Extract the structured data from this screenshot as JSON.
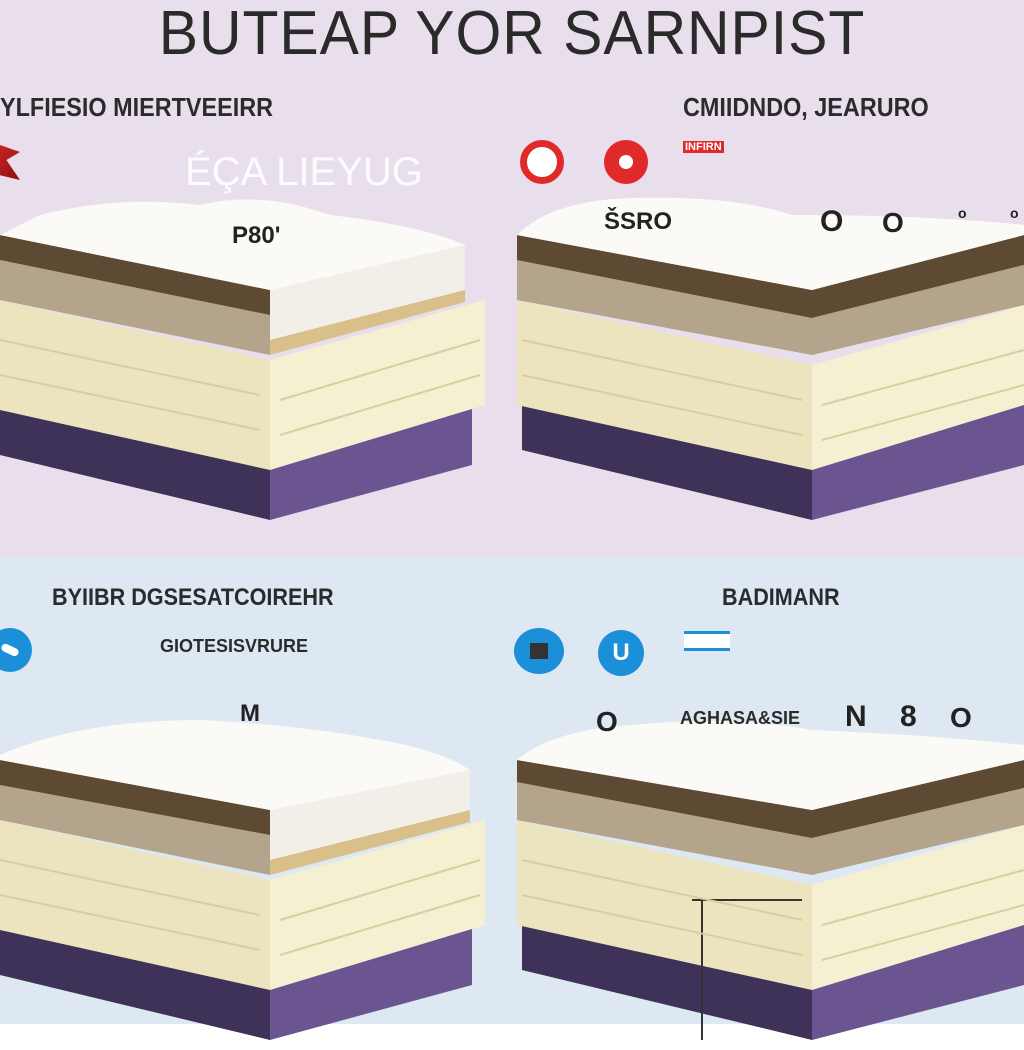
{
  "title": "BUTEAP YOR SARNPIST",
  "panels": [
    {
      "heading": "YLFIESIO MIERTVEEIRR",
      "ghost_text": "ÉÇA LIEYUG",
      "label": "P80'"
    },
    {
      "heading": "CMIIDNDO, JEARURO",
      "tag": "INFIRN",
      "label": "ŠSRO",
      "marks": [
        "O",
        "O",
        "o",
        "o"
      ]
    },
    {
      "heading": "BYIIBR DGSESATCOIREHR",
      "subheading": "GIOTESISVRURE",
      "label": "M"
    },
    {
      "heading": "BADIMANR",
      "label": "N",
      "label2": "8",
      "annot": "AGHASA&SIE",
      "marks": [
        "O",
        "O",
        "U"
      ]
    }
  ],
  "colors": {
    "top_bg": "#e9dfec",
    "bottom_bg": "#dde8f2",
    "red": "#e02a2a",
    "blue": "#1b8fd8",
    "brown": "#5e4a33",
    "purple": "#5e4a7e",
    "cream": "#f3efcf"
  }
}
